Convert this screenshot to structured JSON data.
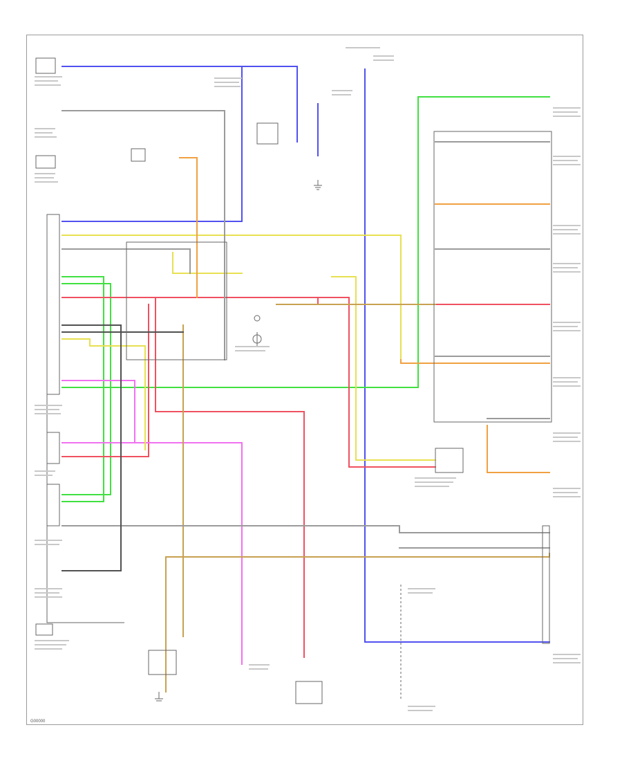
{
  "figure_id": "G00000",
  "colors": {
    "frame": "#9a9a9a",
    "connector": "#666666",
    "wire_blue": "#5050f0",
    "wire_green": "#40e040",
    "wire_red": "#f05060",
    "wire_pink": "#f070f0",
    "wire_yellow": "#e8e050",
    "wire_orange": "#f0a040",
    "wire_tan": "#c8a050",
    "wire_gray": "#9a9a9a",
    "wire_dark": "#505050"
  },
  "components": [
    {
      "id": "fuel-pump",
      "icon": "switch-box-icon"
    },
    {
      "id": "sensor-top-left",
      "icon": "switch-box-icon"
    },
    {
      "id": "fuse-box",
      "icon": "connector-icon"
    },
    {
      "id": "ecm",
      "icon": "connector-icon"
    },
    {
      "id": "sensor-lower-left",
      "icon": "switch-box-icon"
    },
    {
      "id": "ground-bottom",
      "icon": "ground-icon"
    },
    {
      "id": "relay-center",
      "icon": "relay-icon"
    },
    {
      "id": "relay-bottom",
      "icon": "relay-icon"
    },
    {
      "id": "connector-right-lower",
      "icon": "connector-icon"
    }
  ]
}
